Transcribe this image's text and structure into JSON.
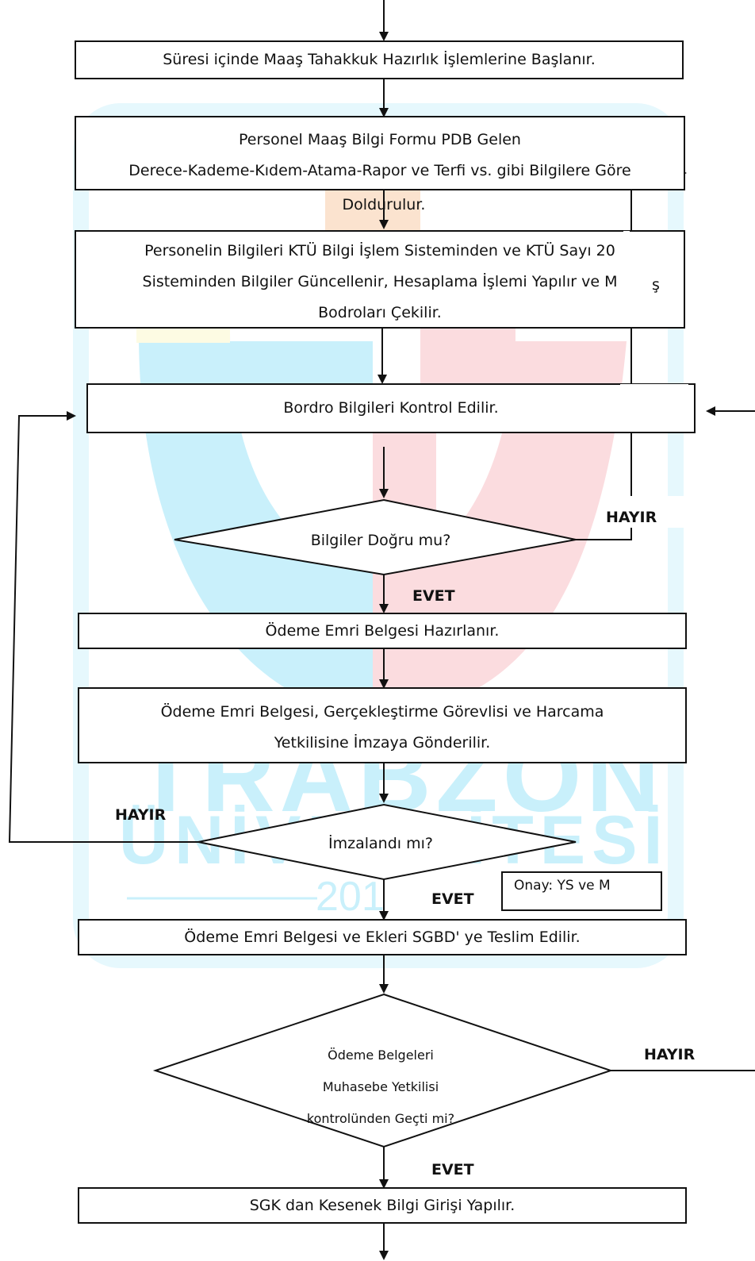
{
  "steps": {
    "s1": "Süresi içinde Maaş Tahakkuk Hazırlık İşlemlerine Başlanır.",
    "s2_l1": "Personel Maaş Bilgi Formu PDB Gelen",
    "s2_l2": "Derece-Kademe-Kıdem-Atama-Rapor ve Terfi vs. gibi Bilgilere Göre",
    "s2_l3": "Doldurulur.",
    "s3_l1": "Personelin Bilgileri KTÜ Bilgi İşlem Sisteminden ve KTÜ Sayı 20",
    "s3_l2": "Sisteminden Bilgiler Güncellenir, Hesaplama İşlemi Yapılır ve M",
    "s3_l2b": "ş",
    "s3_l3": "Bodroları Çekilir.",
    "s4": "Bordro Bilgileri Kontrol Edilir.",
    "s5": "Ödeme Emri Belgesi Hazırlanır.",
    "s6_l1": "Ödeme Emri Belgesi, Gerçekleştirme Görevlisi ve Harcama",
    "s6_l2": "Yetkilisine İmzaya Gönderilir.",
    "s7": "Ödeme Emri Belgesi ve Ekleri SGBD' ye Teslim Edilir.",
    "s8": "SGK dan Kesenek Bilgi Girişi Yapılır."
  },
  "decisions": {
    "d1": "Bilgiler Doğru mu?",
    "d2": "İmzalandı mı?",
    "d3_l1": "Ödeme Belgeleri",
    "d3_l2": "Muhasebe Yetkilisi",
    "d3_l3": "kontrolünden Geçti mi?"
  },
  "labels": {
    "yes": "EVET",
    "no": "HAYIR"
  },
  "note": "Onay: YS ve M",
  "watermark": {
    "line1": "TRABZON",
    "line2": "ÜNİVERSİTESİ",
    "year": "201"
  },
  "colors": {
    "watermark_cyan": "#c9f0fb",
    "watermark_pink": "#fbdcdf",
    "watermark_orange": "#fbe3cf",
    "watermark_yellow": "#fdfbe3",
    "stroke": "#111111"
  }
}
